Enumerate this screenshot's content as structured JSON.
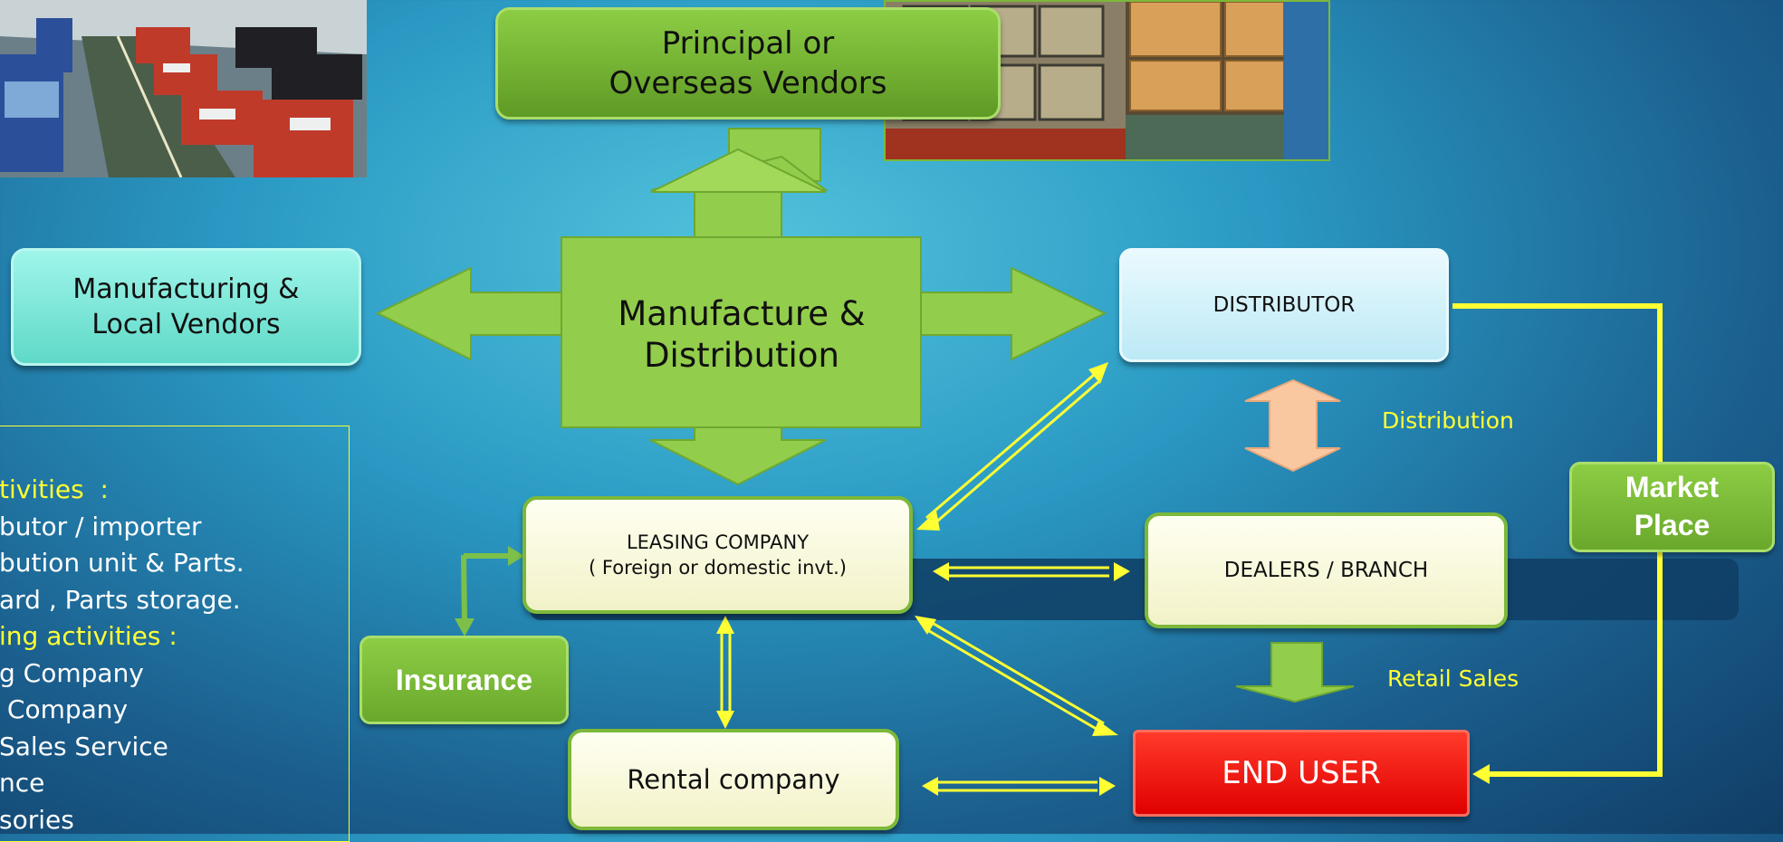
{
  "nodes": {
    "principal": "Principal or\nOverseas Vendors",
    "manufacturing": "Manufacturing &\nLocal Vendors",
    "center": "Manufacture &\nDistribution",
    "distributor": "DISTRIBUTOR",
    "leasing_line1": "LEASING COMPANY",
    "leasing_line2": "( Foreign or domestic invt.)",
    "dealers": "DEALERS / BRANCH",
    "insurance": "Insurance",
    "rental": "Rental company",
    "end_user": "END USER",
    "market_place": "Market\nPlace"
  },
  "labels": {
    "distribution": "Distribution",
    "retail_sales": "Retail Sales"
  },
  "activities": {
    "lines": [
      {
        "text": "tivities  :",
        "highlight": true
      },
      {
        "text": "butor / importer",
        "highlight": false
      },
      {
        "text": "bution unit & Parts.",
        "highlight": false
      },
      {
        "text": "ard , Parts storage.",
        "highlight": false
      },
      {
        "text": "ing activities :",
        "highlight": true
      },
      {
        "text": "g Company",
        "highlight": false
      },
      {
        "text": " Company",
        "highlight": false
      },
      {
        "text": "Sales Service",
        "highlight": false
      },
      {
        "text": "nce",
        "highlight": false
      },
      {
        "text": "sories",
        "highlight": false
      }
    ]
  },
  "images": {
    "bus_factory": "photo-bus-factory",
    "warehouse": "photo-warehouse"
  },
  "colors": {
    "yellow": "#ffff33",
    "green_box": "#7cb83a",
    "light_green": "#a2d95a",
    "end_user": "#ff0000",
    "cream": "#fdfde4",
    "distributor_bg": "#d6f4fb",
    "peach": "#fac9a0"
  }
}
